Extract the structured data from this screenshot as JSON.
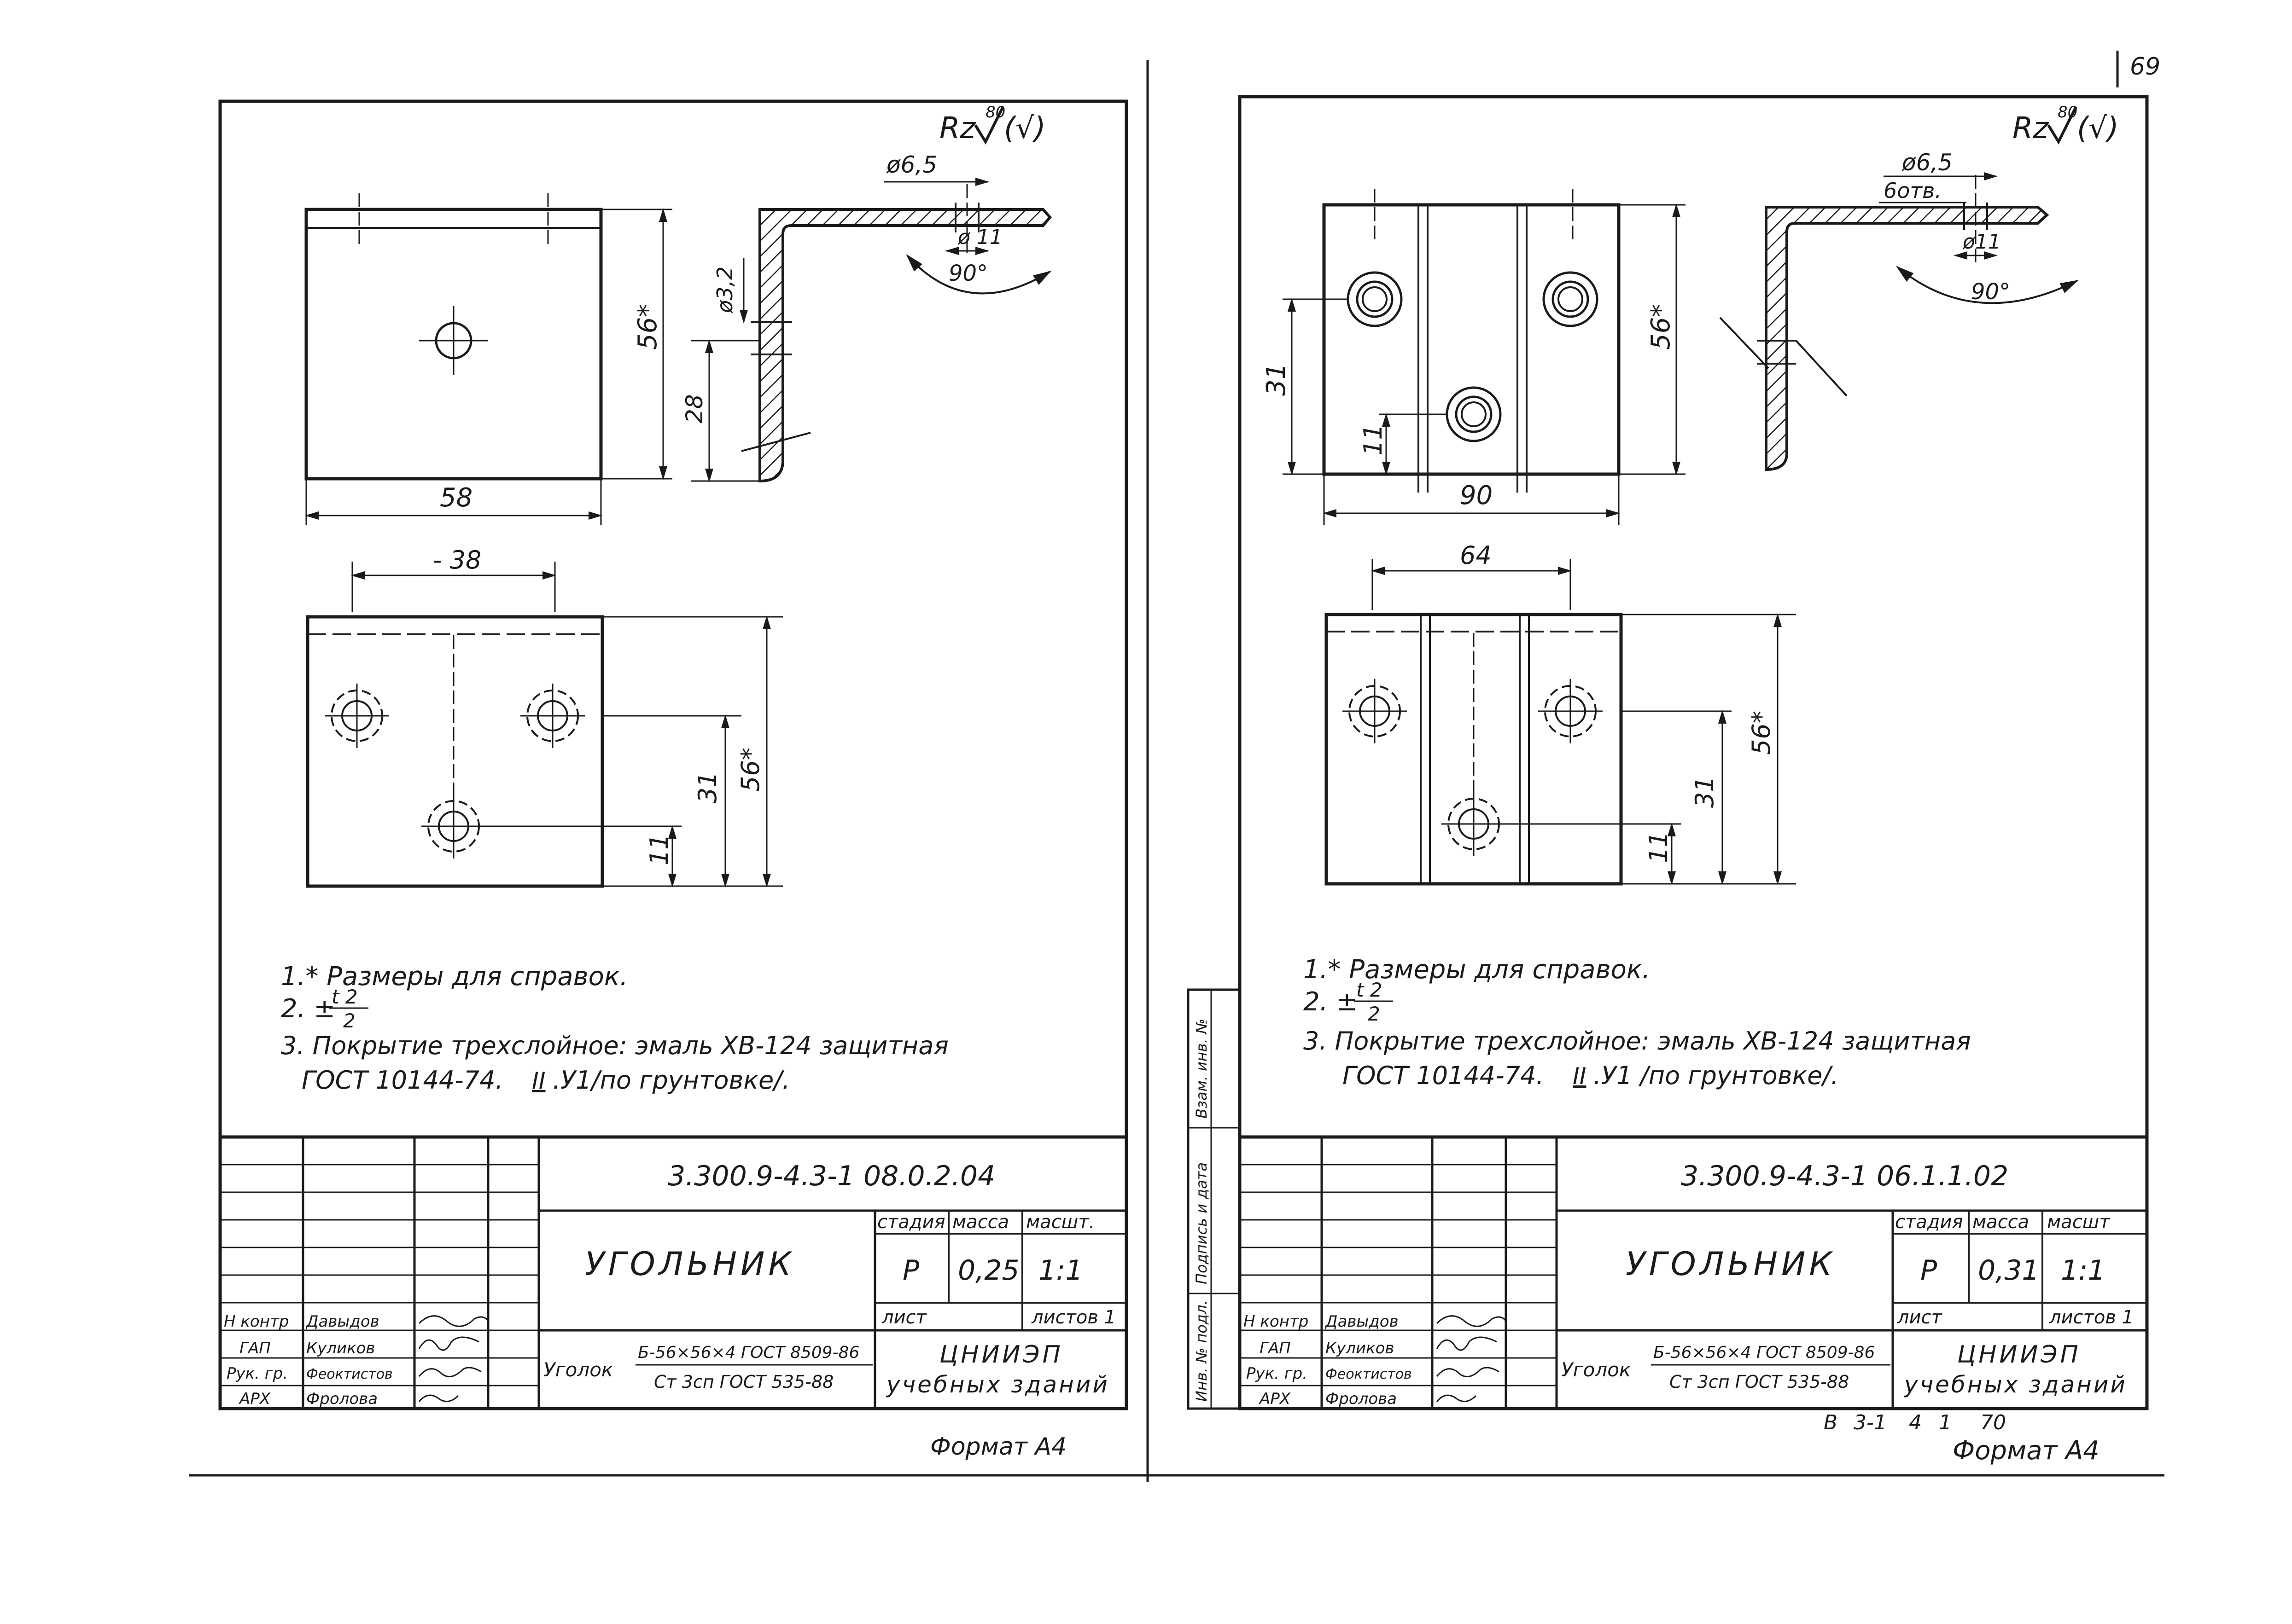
{
  "page_number": "69",
  "sheets": [
    {
      "id": "left",
      "roughness": {
        "prefix": "Rz",
        "value": "80",
        "suffix": "(√)"
      },
      "front_view": {
        "width": "58",
        "height": "56*",
        "hole_offset": "28",
        "thickness": "ø3,2"
      },
      "section_view": {
        "hole_countersink": "ø6,5",
        "hole_diameter": "ø 11",
        "angle": "90°",
        "hole_count": ""
      },
      "top_view": {
        "spacing": "- 38",
        "offset_a": "11",
        "offset_b": "31",
        "height": "56*"
      },
      "notes": [
        "1.* Размеры для справок.",
        "2. ±",
        "3. Покрытие трехслойное: эмаль ХВ-124 защитная",
        "ГОСТ 10144-74.",
        ".У1/по грунтовке/."
      ],
      "tolerance": {
        "numerator": "t 2",
        "denominator": "2"
      },
      "roman_grade": "II",
      "title_block": {
        "designation": "3.300.9-4.3-1 08.0.2.04",
        "name": "УГОЛЬНИК",
        "headers": {
          "stage": "стадия",
          "mass": "масса",
          "scale": "масшт."
        },
        "values": {
          "stage": "Р",
          "mass": "0,25",
          "scale": "1:1"
        },
        "sheet_label": "лист",
        "sheets_label": "листов 1",
        "roles": [
          "Н контр",
          "ГАП",
          "Рук. гр.",
          "АРХ"
        ],
        "names": [
          "Давыдов",
          "Куликов",
          "Феоктистов",
          "Фролова"
        ],
        "material_label": "Уголок",
        "material_top": "Б-56×56×4 ГОСТ 8509-86",
        "material_bottom": "Ст 3сп ГОСТ 535-88",
        "org_line1": "ЦНИИЭП",
        "org_line2": "учебных зданий"
      },
      "format_label": "Формат А4"
    },
    {
      "id": "right",
      "roughness": {
        "prefix": "Rz",
        "value": "80",
        "suffix": "(√)"
      },
      "front_view": {
        "width": "90",
        "height": "56*",
        "hole_offset": "31",
        "thickness": "11"
      },
      "section_view": {
        "hole_countersink": "ø6,5",
        "hole_diameter": "ø11",
        "angle": "90°",
        "hole_count": "6отв."
      },
      "top_view": {
        "spacing": "64",
        "offset_a": "11",
        "offset_b": "31",
        "height": "56*"
      },
      "notes": [
        "1.* Размеры для справок.",
        "2. ±",
        "3. Покрытие трехслойное: эмаль ХВ-124 защитная",
        "ГОСТ 10144-74.",
        ".У1 /по грунтовке/."
      ],
      "tolerance": {
        "numerator": "t 2",
        "denominator": "2"
      },
      "roman_grade": "II",
      "title_block": {
        "designation": "3.300.9-4.3-1 06.1.1.02",
        "name": "УГОЛЬНИК",
        "headers": {
          "stage": "стадия",
          "mass": "масса",
          "scale": "масшт"
        },
        "values": {
          "stage": "Р",
          "mass": "0,31",
          "scale": "1:1"
        },
        "sheet_label": "лист",
        "sheets_label": "листов 1",
        "roles": [
          "Н контр",
          "ГАП",
          "Рук. гр.",
          "АРХ"
        ],
        "names": [
          "Давыдов",
          "Куликов",
          "Феоктистов",
          "Фролова"
        ],
        "material_label": "Уголок",
        "material_top": "Б-56×56×4 ГОСТ 8509-86",
        "material_bottom": "Ст 3сп ГОСТ 535-88",
        "org_line1": "ЦНИИЭП",
        "org_line2": "учебных зданий"
      },
      "format_label": "Формат А4",
      "side_stamp": [
        "Взам. инв. №",
        "Подпись и дата",
        "Инв. № подл."
      ],
      "bottom_code": [
        "В",
        "3-1",
        "4",
        "1",
        "70"
      ]
    }
  ]
}
